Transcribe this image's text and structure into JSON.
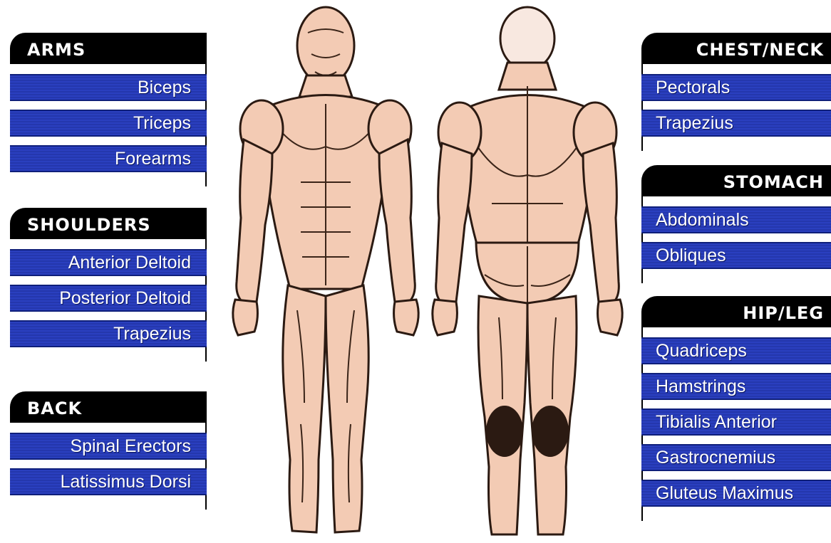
{
  "groups": {
    "arms": {
      "title": "ARMS",
      "items": [
        "Biceps",
        "Triceps",
        "Forearms"
      ]
    },
    "shoulders": {
      "title": "SHOULDERS",
      "items": [
        "Anterior Deltoid",
        "Posterior Deltoid",
        "Trapezius"
      ]
    },
    "back": {
      "title": "BACK",
      "items": [
        "Spinal Erectors",
        "Latissimus Dorsi"
      ]
    },
    "chest_neck": {
      "title": "CHEST/NECK",
      "items": [
        "Pectorals",
        "Trapezius"
      ]
    },
    "stomach": {
      "title": "STOMACH",
      "items": [
        "Abdominals",
        "Obliques"
      ]
    },
    "hip_leg": {
      "title": "HIP/LEG",
      "items": [
        "Quadriceps",
        "Hamstrings",
        "Tibialis Anterior",
        "Gastrocnemius",
        "Gluteus Maximus"
      ]
    }
  },
  "colors": {
    "header_bg": "#000000",
    "item_bg": "#2a3fbf",
    "skin": "#f3cbb4"
  },
  "icons": {
    "front_figure": "anatomy-front-view",
    "back_figure": "anatomy-back-view"
  }
}
